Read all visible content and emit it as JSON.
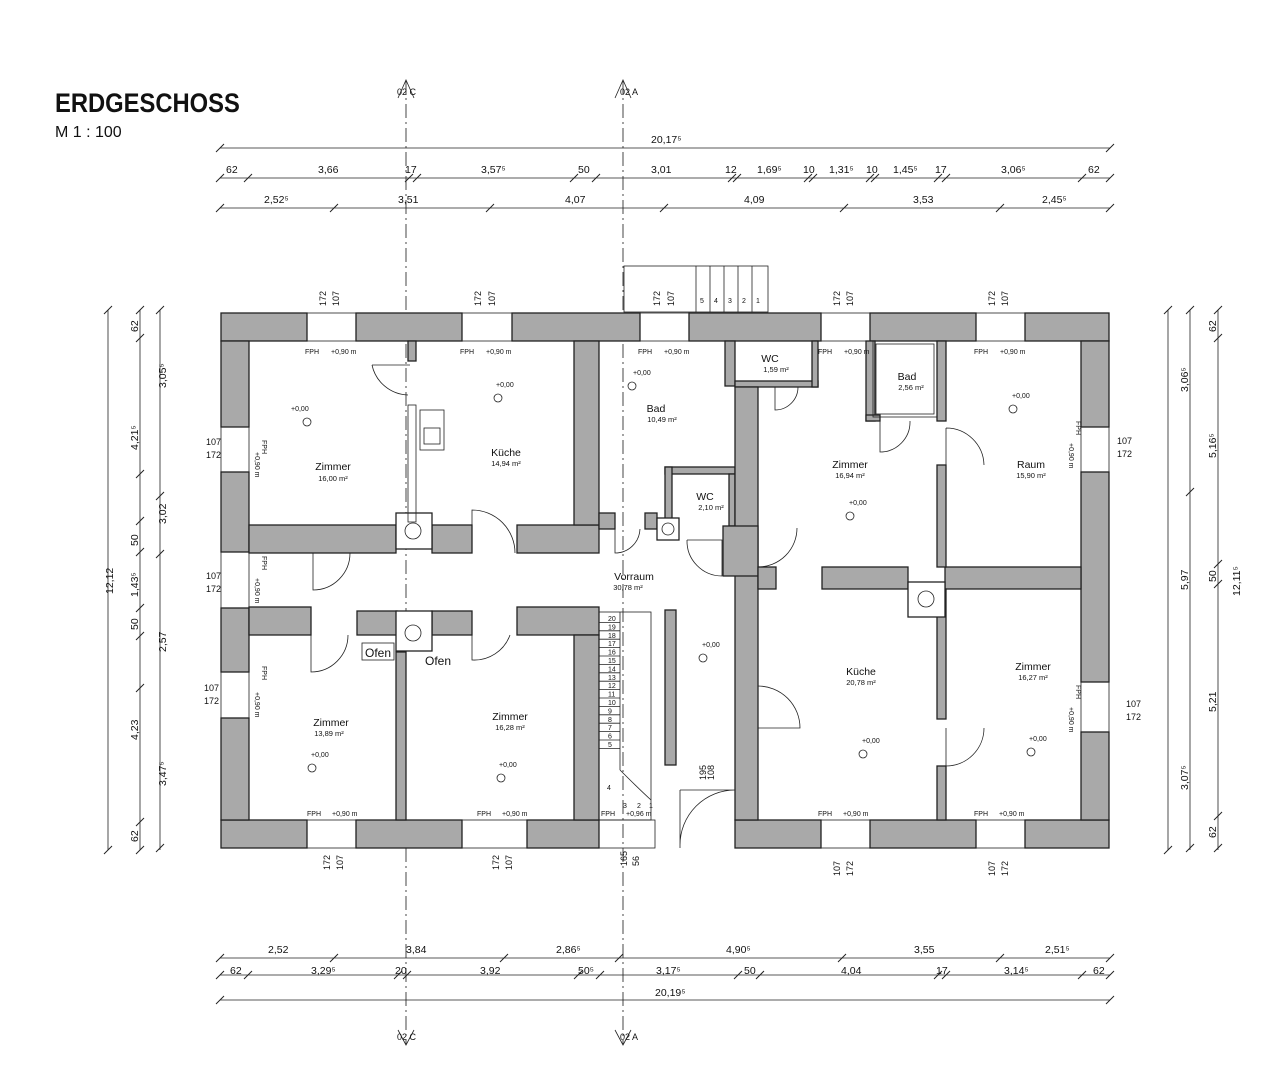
{
  "header": {
    "title": "ERDGESCHOSS",
    "scale": "M  1 : 100"
  },
  "sections": {
    "c": "02 C",
    "a": "02 A"
  },
  "top_dims": {
    "overall": "20,17⁵",
    "row1": [
      "62",
      "3,66",
      "17",
      "3,57⁵",
      "50",
      "3,01",
      "12",
      "1,69⁵",
      "10",
      "1,31⁵",
      "10",
      "1,45⁵",
      "17",
      "3,06⁵",
      "62"
    ],
    "row2": [
      "2,52⁵",
      "3,51",
      "4,07",
      "4,09",
      "3,53",
      "2,45⁵"
    ]
  },
  "bottom_dims": {
    "row1": [
      "2,52",
      "3,84",
      "2,86⁵",
      "4,90⁵",
      "3,55",
      "2,51⁵"
    ],
    "row2": [
      "62",
      "3,29⁵",
      "20",
      "3,92",
      "50⁵",
      "3,17⁵",
      "50",
      "4,04",
      "17",
      "3,14⁵",
      "62"
    ],
    "overall": "20,19⁵"
  },
  "left_dims": {
    "overall": "12,12",
    "inner": [
      "62",
      "3,05⁵",
      "3,02",
      "50",
      "2,57",
      "50",
      "4,23",
      "3,47⁵",
      "62"
    ],
    "outer": [
      "4,21⁵",
      "1,43⁵",
      "4,23"
    ]
  },
  "right_dims": {
    "overall": "12,11⁵",
    "inner": [
      "62",
      "3,06⁵",
      "50",
      "5,21",
      "3,07⁵",
      "62"
    ],
    "outer": [
      "5,16⁵",
      "5,97"
    ]
  },
  "rooms": [
    {
      "name": "Zimmer",
      "area": "16,00 m²",
      "level": "+0,00"
    },
    {
      "name": "Küche",
      "area": "14,94 m²",
      "level": "+0,00"
    },
    {
      "name": "Bad",
      "area": "10,49 m²",
      "level": "+0,00"
    },
    {
      "name": "WC",
      "area": "1,59 m²"
    },
    {
      "name": "Bad",
      "area": "2,56 m²"
    },
    {
      "name": "Zimmer",
      "area": "16,94 m²",
      "level": "+0,00"
    },
    {
      "name": "Raum",
      "area": "15,90 m²",
      "level": "+0,00"
    },
    {
      "name": "WC",
      "area": "2,10 m²"
    },
    {
      "name": "Vorraum",
      "area": "30,78 m²",
      "level": "+0,00"
    },
    {
      "name": "Zimmer",
      "area": "13,89 m²",
      "level": "+0,00"
    },
    {
      "name": "Zimmer",
      "area": "16,28 m²",
      "level": "+0,00"
    },
    {
      "name": "Küche",
      "area": "20,78 m²",
      "level": "+0,00"
    },
    {
      "name": "Zimmer",
      "area": "16,27 m²",
      "level": "+0,00"
    }
  ],
  "labels": {
    "ofen1": "Ofen",
    "ofen2": "Ofen",
    "fph": "FPH",
    "sill": "+0,90 m",
    "sill_stair": "+0,96 m",
    "w107": "107",
    "w172": "172",
    "d108": "108",
    "d195": "195",
    "d165": "165",
    "d56": "56"
  },
  "stair": {
    "steps": [
      "20",
      "19",
      "18",
      "17",
      "16",
      "15",
      "14",
      "13",
      "12",
      "11",
      "10",
      "9",
      "8",
      "7",
      "6",
      "5",
      "4",
      "3",
      "2",
      "1"
    ],
    "entry_steps": [
      "5",
      "4",
      "3",
      "2",
      "1"
    ]
  }
}
